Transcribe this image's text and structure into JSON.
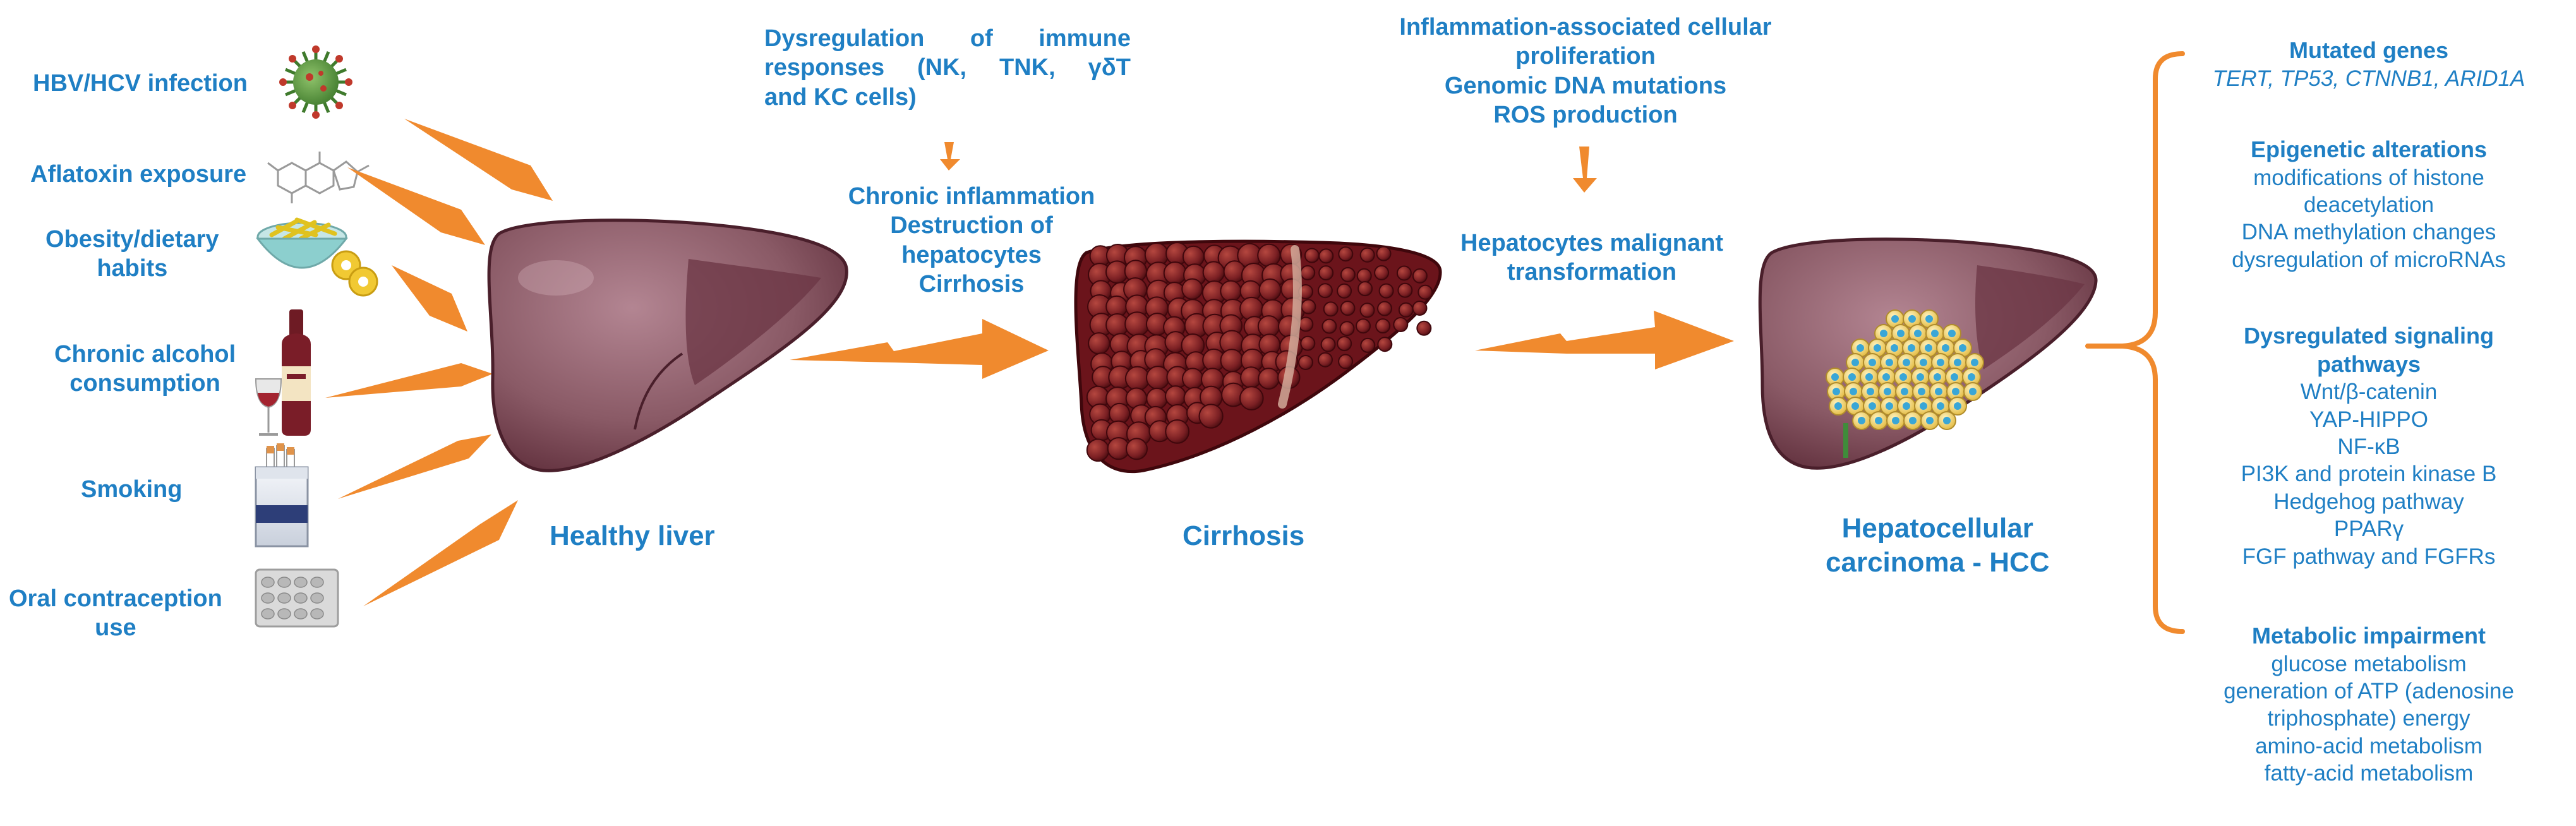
{
  "risk_factors": {
    "hbv": "HBV/HCV infection",
    "aflatoxin": "Aflatoxin exposure",
    "obesity": [
      "Obesity/dietary",
      "habits"
    ],
    "alcohol": [
      "Chronic alcohol",
      "consumption"
    ],
    "smoking": "Smoking",
    "oral": [
      "Oral contraception",
      "use"
    ]
  },
  "stages": {
    "healthy": "Healthy liver",
    "cirrhosis": "Cirrhosis",
    "hcc": [
      "Hepatocellular",
      "carcinoma - HCC"
    ]
  },
  "step1": {
    "immune": [
      "Dysregulation of immune",
      "responses (NK, TNK, γδT",
      "and KC cells)"
    ],
    "effects": [
      "Chronic inflammation",
      "Destruction of",
      "hepatocytes",
      "Cirrhosis"
    ]
  },
  "step2": {
    "drivers": [
      "Inflammation-associated cellular",
      "proliferation",
      "Genomic DNA mutations",
      "ROS production"
    ],
    "result": [
      "Hepatocytes malignant",
      "transformation"
    ]
  },
  "panel": {
    "mutated": {
      "title": "Mutated genes",
      "items": [
        "TERT, TP53, CTNNB1, ARID1A"
      ]
    },
    "epigenetic": {
      "title": "Epigenetic alterations",
      "items": [
        "modifications of histone",
        "deacetylation",
        "DNA methylation changes",
        "dysregulation of microRNAs"
      ]
    },
    "signaling": {
      "title": [
        "Dysregulated signaling",
        "pathways"
      ],
      "items": [
        "Wnt/β-catenin",
        "YAP-HIPPO",
        "NF-κB",
        "PI3K and protein kinase B",
        "Hedgehog pathway",
        "PPARγ",
        "FGF pathway and FGFRs"
      ]
    },
    "metabolic": {
      "title": "Metabolic impairment",
      "items": [
        "glucose metabolism",
        "generation of ATP (adenosine",
        "triphosphate) energy",
        "amino-acid metabolism",
        "fatty-acid metabolism"
      ]
    }
  },
  "colors": {
    "text": "#1f7fc4",
    "arrow": "#f08a2e",
    "liver": "#8a5a66",
    "liver_dark": "#5e2d3a",
    "cirrhosis": "#7a1f23",
    "tumor_cell": "#f2d472",
    "nucleus": "#3aa6d6"
  }
}
